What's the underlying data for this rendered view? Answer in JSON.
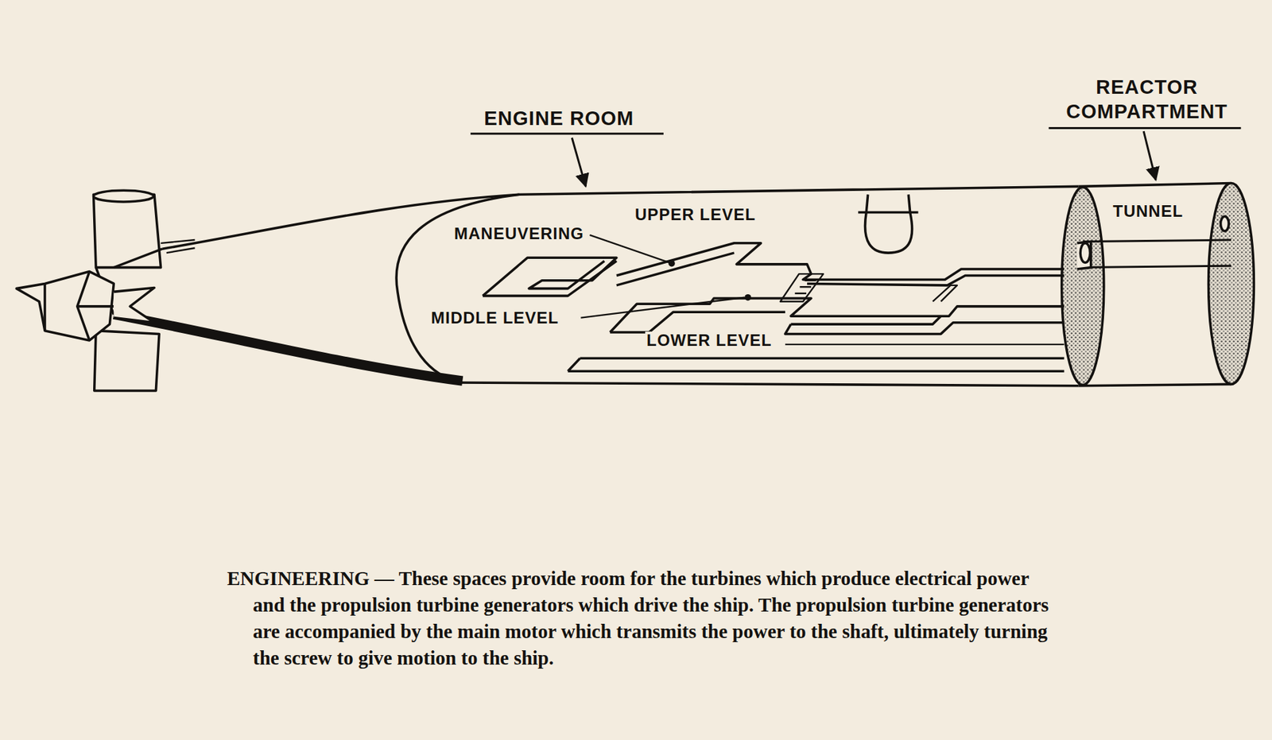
{
  "diagram": {
    "caption": "ENGINEERING — These spaces provide room for the turbines which produce electrical power and the propulsion turbine generators which drive the ship. The propulsion turbine generators are accompanied by the main motor which transmits the power to the shaft, ultimately turning the screw to give motion to the ship.",
    "labels": [
      "ENGINE ROOM",
      "REACTOR COMPARTMENT",
      "UPPER LEVEL",
      "MANEUVERING",
      "MIDDLE LEVEL",
      "LOWER LEVEL",
      "TUNNEL"
    ]
  }
}
